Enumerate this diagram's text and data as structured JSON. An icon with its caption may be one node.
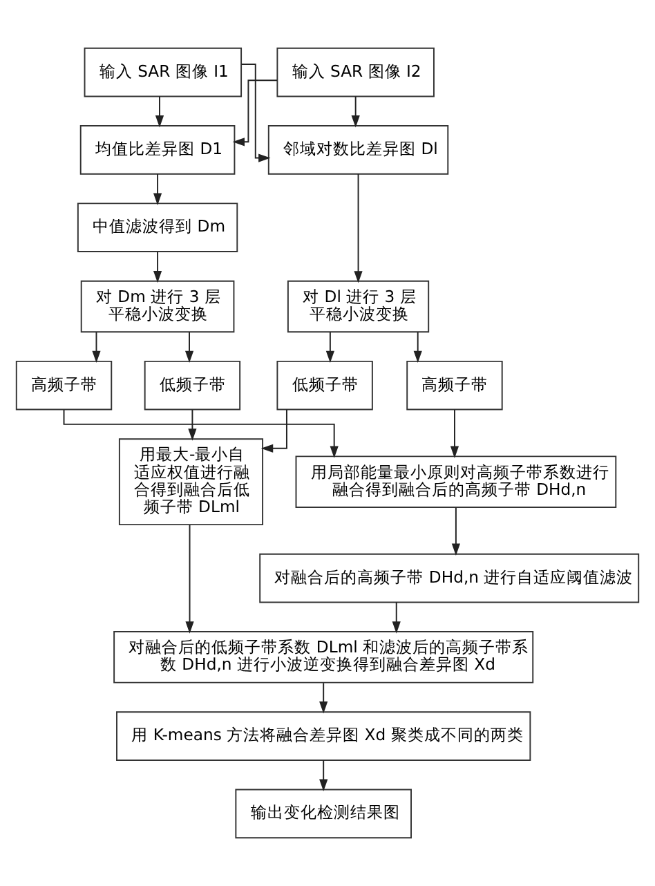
{
  "diagram": {
    "nodes": [
      {
        "text": [
          "输入 SAR 图像 I1"
        ]
      },
      {
        "text": [
          "输入 SAR 图像 I2"
        ]
      },
      {
        "text": [
          "均值比差异图 D1"
        ]
      },
      {
        "text": [
          "邻域对数比差异图 Dl"
        ]
      },
      {
        "text": [
          "中值滤波得到 Dm"
        ]
      },
      {
        "text": [
          "对 Dl 进行 3 层平稳小波变换"
        ]
      },
      {
        "text": [
          "对 Dm 进行 3 层平稳小波变换"
        ]
      },
      {
        "text": [
          "低频子带"
        ]
      },
      {
        "text": [
          "高频子带"
        ]
      },
      {
        "text": [
          "高频子带"
        ]
      },
      {
        "text": [
          "低频子带"
        ]
      },
      {
        "text": [
          "用最大-最小自适应权值进行融合得到融合后低频子带 DLml"
        ]
      },
      {
        "text": [
          "用局部能量最小原则对高频子带系数进行融合得到融合后的高频子带 DHd,n"
        ]
      },
      {
        "text": [
          "对融合后的高频子带 DHd,n 进行自适应阈值滤波"
        ]
      },
      {
        "text": [
          "对融合后的低频子带系数 DLml 和滤波后的高频子带系数 DHd,n 进行小波逆变换得到融合差异图 Xd"
        ]
      },
      {
        "text": [
          "用 K-means 方法将融合差异图 Xd 聚类成不同的两类"
        ]
      },
      {
        "text": [
          "输出变化检测结果图"
        ]
      }
    ],
    "edges": [
      {
        "from": 0,
        "to": 2,
        "arrow": "to"
      },
      {
        "from": 0,
        "to": 3,
        "arrow": "to"
      },
      {
        "from": 1,
        "to": 2,
        "arrow": "to"
      },
      {
        "from": 1,
        "to": 3,
        "arrow": "to"
      },
      {
        "from": 2,
        "to": 4,
        "arrow": "to"
      },
      {
        "from": 4,
        "to": 6,
        "arrow": "to"
      },
      {
        "from": 3,
        "to": 5,
        "arrow": "to"
      },
      {
        "from": 5,
        "to": 7,
        "arrow": "to"
      },
      {
        "from": 5,
        "to": 8,
        "arrow": "to"
      },
      {
        "from": 6,
        "to": 9,
        "arrow": "to"
      },
      {
        "from": 6,
        "to": 10,
        "arrow": "to"
      },
      {
        "from": 10,
        "to": 11,
        "arrow": "to"
      },
      {
        "from": 7,
        "to": 11,
        "arrow": "to"
      },
      {
        "from": 9,
        "to": 12,
        "arrow": "to"
      },
      {
        "from": 8,
        "to": 12,
        "arrow": "to"
      },
      {
        "from": 12,
        "to": 13,
        "arrow": "to"
      },
      {
        "from": 13,
        "to": 14,
        "arrow": "to"
      },
      {
        "from": 11,
        "to": 14,
        "arrow": "to"
      },
      {
        "from": 14,
        "to": 15,
        "arrow": "to"
      },
      {
        "from": 15,
        "to": 16,
        "arrow": "to"
      }
    ]
  }
}
